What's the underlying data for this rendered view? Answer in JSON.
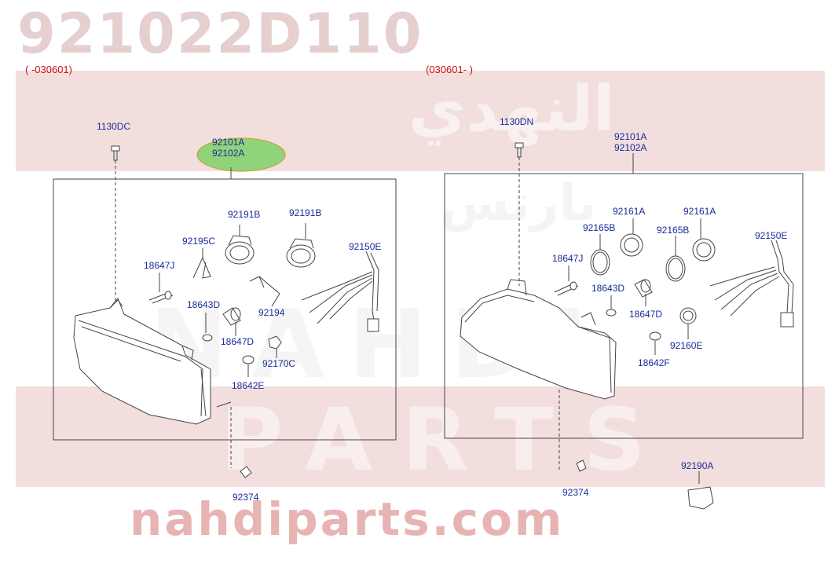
{
  "part_number": "921022D110",
  "watermark": {
    "arabic": "النهدي",
    "arabic2": "بارتس",
    "brand1": "NAHDI",
    "brand2": "PARTS",
    "site": "nahdiparts.com"
  },
  "ranges": {
    "left": "( -030601)",
    "right": "(030601- )"
  },
  "left_labels": {
    "bolt_top": "1130DC",
    "assembly_1": "92101A",
    "assembly_2": "92102A",
    "socket_a": "92191B",
    "socket_b": "92191B",
    "clip": "92195C",
    "harness": "92150E",
    "bulb_a": "18647J",
    "bulb_b": "18643D",
    "spring": "92194",
    "bulb_c": "18647D",
    "holder": "92170C",
    "bulb_d": "18642E",
    "bolt_bottom": "92374"
  },
  "right_labels": {
    "bolt_top": "1130DN",
    "assembly_1": "92101A",
    "assembly_2": "92102A",
    "socket_a": "92161A",
    "socket_b": "92161A",
    "ring_a": "92165B",
    "ring_b": "92165B",
    "harness": "92150E",
    "bulb_a": "18647J",
    "bulb_b": "18643D",
    "bulb_c": "18647D",
    "holder": "92160E",
    "bulb_d": "18642F",
    "bolt_bottom": "92374",
    "motor": "92190A"
  },
  "colors": {
    "label": "#1a2a9a",
    "range": "#cc1111",
    "watermark_band": "#f2dada",
    "highlight": "#8fd37a"
  }
}
